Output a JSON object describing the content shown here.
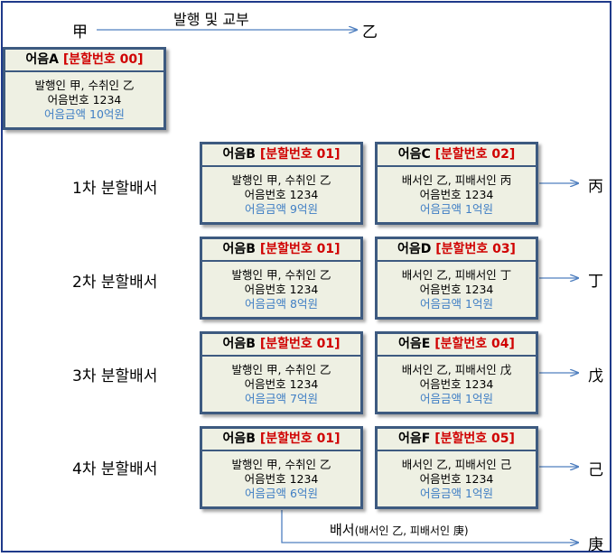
{
  "header": {
    "from_party": "甲",
    "to_party": "乙",
    "action_label": "발행 및 교부"
  },
  "original_note": {
    "name": "어음A",
    "split": "[분할번호 00]",
    "parties": "발행인 甲, 수취인 乙",
    "number": "어음번호 1234",
    "amount": "어음금액 10억원"
  },
  "rows": [
    {
      "label": "1차 분할배서",
      "left": {
        "name": "어음B",
        "split": "[분할번호 01]",
        "parties": "발행인 甲, 수취인 乙",
        "number": "어음번호 1234",
        "amount": "어음금액 9억원"
      },
      "right": {
        "name": "어음C",
        "split": "[분할번호 02]",
        "parties": "배서인 乙, 피배서인 丙",
        "number": "어음번호 1234",
        "amount": "어음금액 1억원"
      },
      "recipient": "丙"
    },
    {
      "label": "2차 분할배서",
      "left": {
        "name": "어음B",
        "split": "[분할번호 01]",
        "parties": "발행인 甲, 수취인 乙",
        "number": "어음번호 1234",
        "amount": "어음금액 8억원"
      },
      "right": {
        "name": "어음D",
        "split": "[분할번호 03]",
        "parties": "배서인 乙, 피배서인 丁",
        "number": "어음번호 1234",
        "amount": "어음금액 1억원"
      },
      "recipient": "丁"
    },
    {
      "label": "3차 분할배서",
      "left": {
        "name": "어음B",
        "split": "[분할번호 01]",
        "parties": "발행인 甲, 수취인 乙",
        "number": "어음번호 1234",
        "amount": "어음금액 7억원"
      },
      "right": {
        "name": "어음E",
        "split": "[분할번호 04]",
        "parties": "배서인 乙, 피배서인 戊",
        "number": "어음번호 1234",
        "amount": "어음금액 1억원"
      },
      "recipient": "戊"
    },
    {
      "label": "4차 분할배서",
      "left": {
        "name": "어음B",
        "split": "[분할번호 01]",
        "parties": "발행인 甲, 수취인 乙",
        "number": "어음번호 1234",
        "amount": "어음금액 6억원"
      },
      "right": {
        "name": "어음F",
        "split": "[분할번호 05]",
        "parties": "배서인 乙, 피배서인 己",
        "number": "어음번호 1234",
        "amount": "어음금액 1억원"
      },
      "recipient": "己"
    }
  ],
  "final_endorsement": {
    "label": "배서",
    "detail": "(배서인 乙, 피배서인 庚)",
    "recipient": "庚"
  },
  "colors": {
    "split_number": "#d00000",
    "amount": "#3f7ec4",
    "box_border": "#3d5a80",
    "box_fill": "#eef0e3",
    "frame_border": "#1f3a8a",
    "arrow": "#4f7fbf"
  }
}
